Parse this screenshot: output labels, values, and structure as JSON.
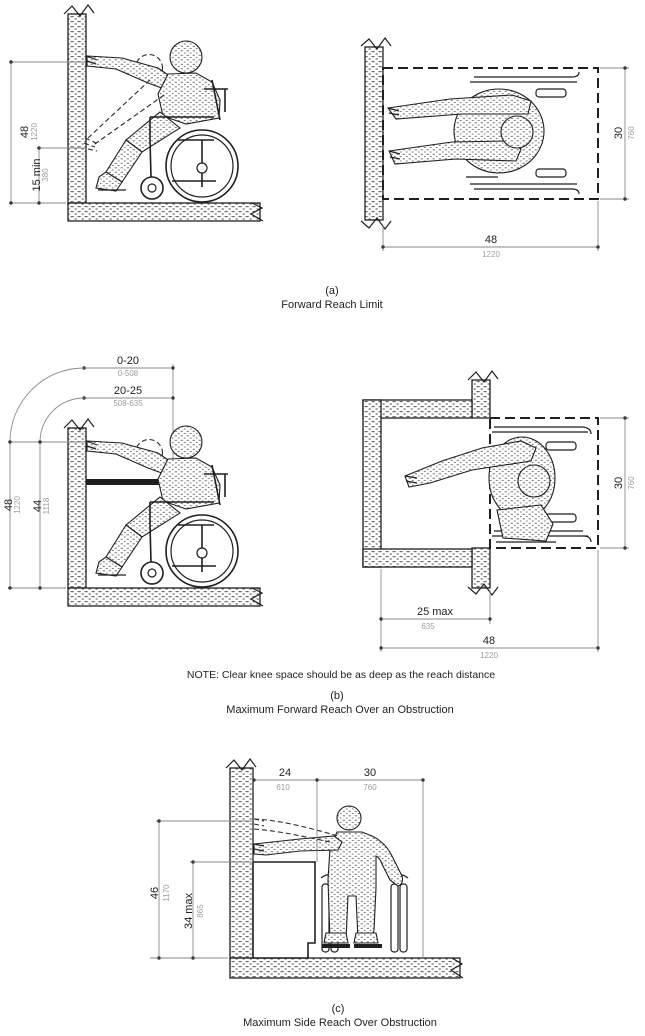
{
  "figure": {
    "bg_color": "#ffffff",
    "line_color": "#1f1f1f",
    "dim_line_color": "#8a8a8a",
    "metric_text_color": "#9e9e9e"
  },
  "sections": {
    "a": {
      "letter": "(a)",
      "title": "Forward Reach Limit",
      "side_view": {
        "high_reach": {
          "imperial": "48",
          "metric": "1220"
        },
        "low_reach": {
          "imperial": "15 min",
          "metric": "380"
        }
      },
      "plan_view": {
        "clear_width": {
          "imperial": "30",
          "metric": "760"
        },
        "clear_length": {
          "imperial": "48",
          "metric": "1220"
        }
      }
    },
    "b": {
      "letter": "(b)",
      "title": "Maximum Forward Reach Over an Obstruction",
      "note": "NOTE: Clear knee space should be as deep as the reach distance",
      "side_view": {
        "reach_depth_low": {
          "imperial": "0-20",
          "metric": "0-508"
        },
        "reach_depth_high": {
          "imperial": "20-25",
          "metric": "508-635"
        },
        "reach_height_full": {
          "imperial": "48",
          "metric": "1220"
        },
        "reach_height_reduced": {
          "imperial": "44",
          "metric": "1118"
        }
      },
      "plan_view": {
        "reach_depth_max": {
          "imperial": "25 max",
          "metric": "635"
        },
        "clear_length": {
          "imperial": "48",
          "metric": "1220"
        },
        "clear_width": {
          "imperial": "30",
          "metric": "760"
        }
      }
    },
    "c": {
      "letter": "(c)",
      "title": "Maximum Side Reach Over Obstruction",
      "front_view": {
        "obstruction_depth": {
          "imperial": "24",
          "metric": "610"
        },
        "clear_width": {
          "imperial": "30",
          "metric": "760"
        },
        "high_reach": {
          "imperial": "46",
          "metric": "1170"
        },
        "obstruction_height": {
          "imperial": "34 max",
          "metric": "865"
        }
      }
    }
  }
}
